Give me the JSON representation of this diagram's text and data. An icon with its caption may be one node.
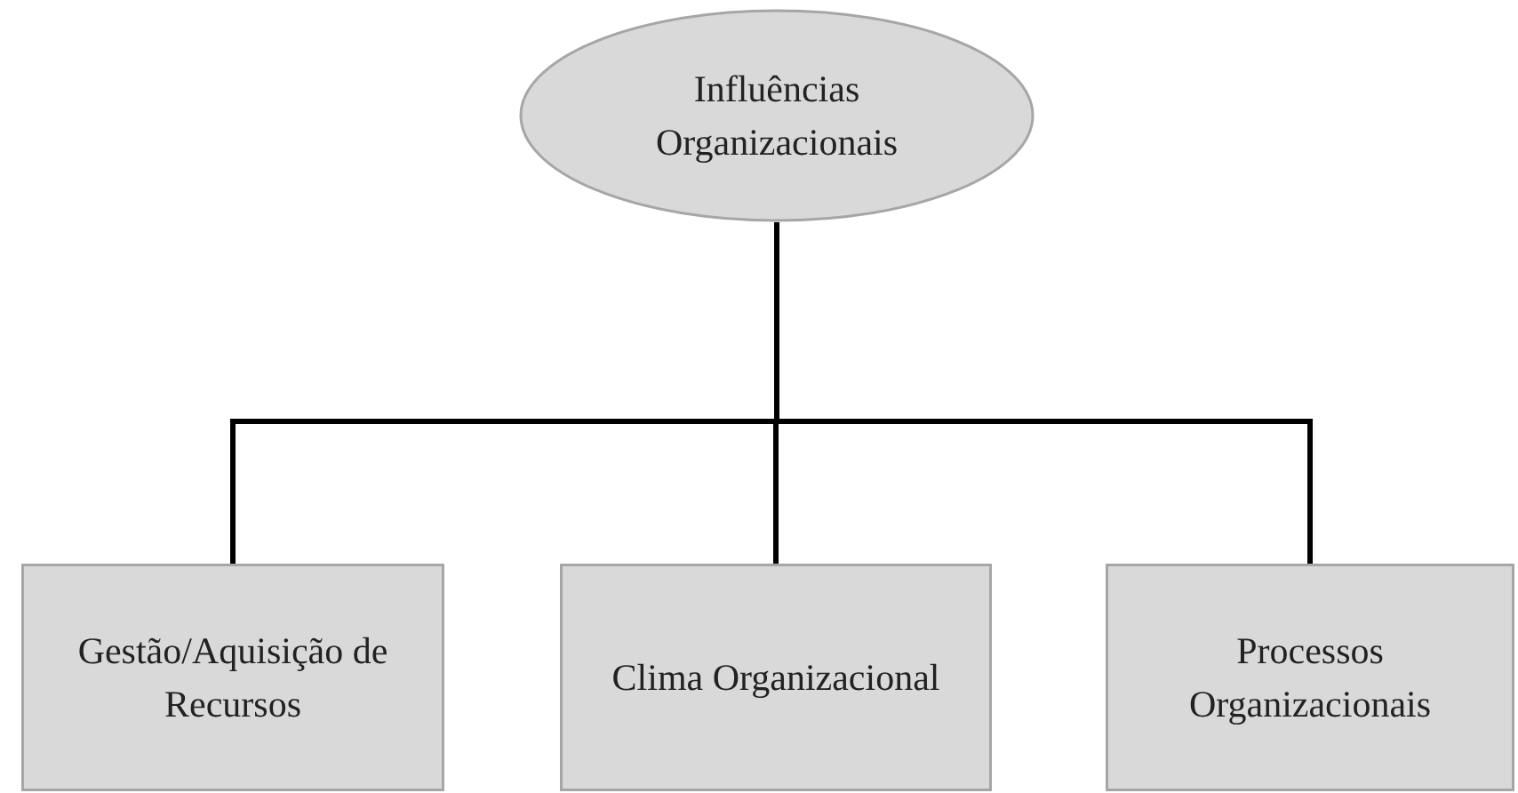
{
  "diagram": {
    "nodes": [
      {
        "text": [
          "Influências Organizacionais"
        ]
      },
      {
        "text": [
          "Gestão/Aquisição de Recursos"
        ]
      },
      {
        "text": [
          "Clima Organizacional"
        ]
      },
      {
        "text": [
          "Processos Organizacionais"
        ]
      }
    ],
    "edges": [
      {
        "from": 0,
        "to": 1,
        "arrow": "none"
      },
      {
        "from": 0,
        "to": 2,
        "arrow": "none"
      },
      {
        "from": 0,
        "to": 3,
        "arrow": "none"
      }
    ]
  }
}
